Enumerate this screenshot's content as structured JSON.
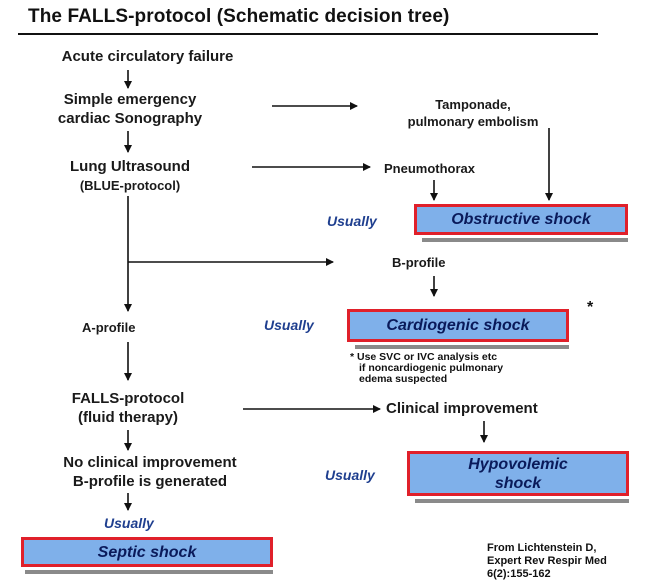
{
  "title": "The FALLS-protocol (Schematic decision tree)",
  "nodes": {
    "acute": "Acute circulatory failure",
    "sono_1": "Simple emergency",
    "sono_2": "cardiac Sonography",
    "tamp_1": "Tamponade,",
    "tamp_2": "pulmonary embolism",
    "lung_1": "Lung Ultrasound",
    "lung_2": "(BLUE-protocol)",
    "pneumo": "Pneumothorax",
    "bprofile": "B-profile",
    "aprofile": "A-profile",
    "falls_1": "FALLS-protocol",
    "falls_2": "(fluid therapy)",
    "clinical": "Clinical improvement",
    "noimp_1": "No clinical improvement",
    "noimp_2": "B-profile is generated"
  },
  "usually": "Usually",
  "shocks": {
    "obstructive": "Obstructive shock",
    "cardiogenic": "Cardiogenic shock",
    "hypo_1": "Hypovolemic",
    "hypo_2": "shock",
    "septic": "Septic shock"
  },
  "asterisk": "*",
  "footnote": [
    "* Use SVC or IVC analysis etc",
    "if noncardiogenic pulmonary",
    "edema suspected"
  ],
  "reference": [
    "From Lichtenstein D,",
    "Expert Rev Respir Med",
    "6(2):155-162"
  ],
  "colors": {
    "box_fill": "#7fb0ea",
    "box_border": "#e0202a",
    "usually_text": "#1f3f8f"
  }
}
